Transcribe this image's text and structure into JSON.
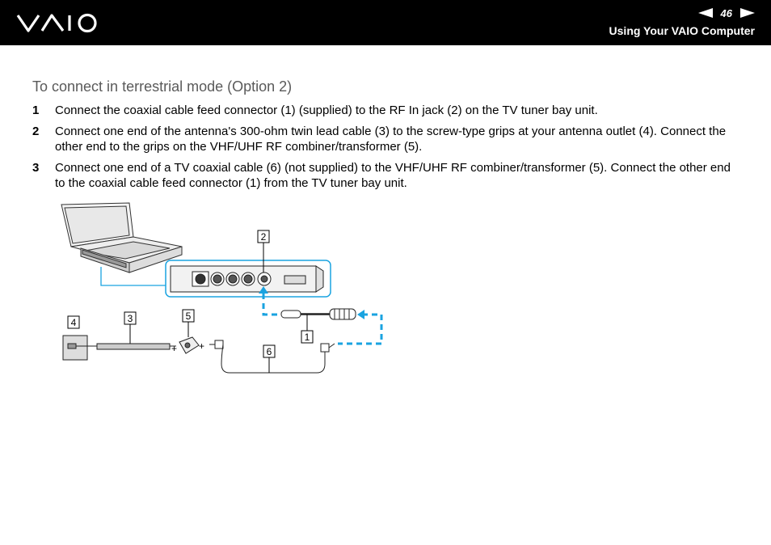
{
  "header": {
    "logo_text": "VAIO",
    "page_number": "46",
    "section_title": "Using Your VAIO Computer",
    "prev_icon": "left-triangle-arrow-icon",
    "next_icon": "right-triangle-arrow-icon"
  },
  "heading": "To connect in terrestrial mode (Option 2)",
  "steps": [
    {
      "num": "1",
      "text": "Connect the coaxial cable feed connector (1) (supplied) to the RF In jack (2) on the TV tuner bay unit."
    },
    {
      "num": "2",
      "text": "Connect one end of the antenna's 300-ohm twin lead cable (3) to the screw-type grips at your antenna outlet (4). Connect the other end to the grips on the VHF/UHF RF combiner/transformer (5)."
    },
    {
      "num": "3",
      "text": "Connect one end of a TV coaxial cable (6) (not supplied) to the VHF/UHF RF combiner/transformer (5). Connect the other end to the coaxial cable feed connector (1) from the TV tuner bay unit."
    }
  ],
  "diagram": {
    "callouts": [
      "2",
      "4",
      "3",
      "5",
      "1",
      "6"
    ],
    "plus_signs": [
      "+",
      "+"
    ],
    "accent_color": "#1aa3e0"
  }
}
